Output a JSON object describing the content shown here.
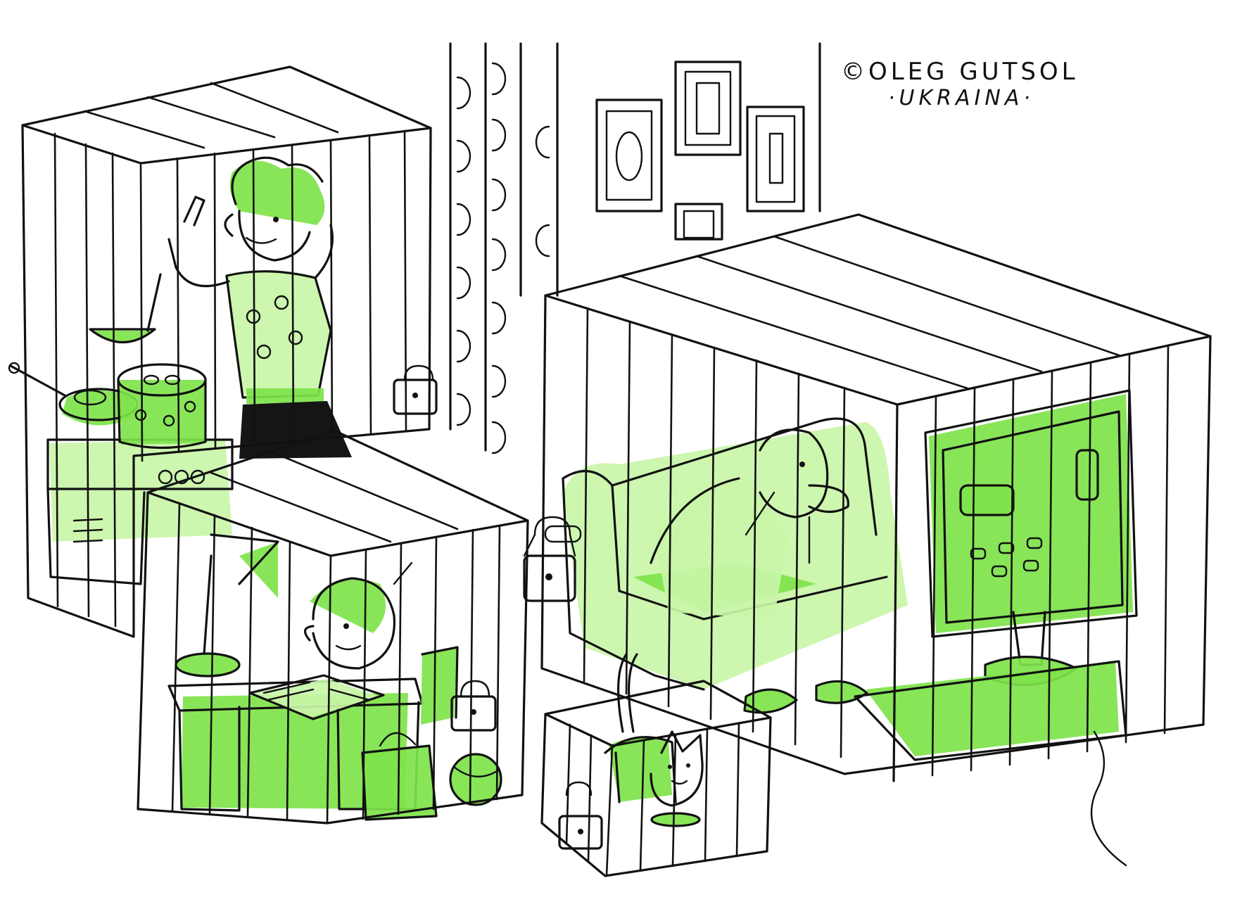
{
  "signature": {
    "line1": "©OLEG GUTSOL",
    "line2": "·UKRAINA·"
  },
  "palette": {
    "ink": "#111111",
    "green": "#7ee34a",
    "light_green": "#c9f5a8",
    "paper": "#ffffff",
    "black_fill": "#151515"
  },
  "scene": {
    "cages": [
      "kitchen-cage",
      "desk-cage",
      "sofa-cage",
      "cat-cage"
    ],
    "figures": [
      "woman-cooking",
      "boy-studying",
      "man-watching-tv",
      "cat"
    ],
    "icons": [
      "padlock-icon",
      "padlock-icon",
      "padlock-icon",
      "tv-icon",
      "lamp-icon",
      "ball-icon",
      "frying-pan-icon",
      "pot-icon"
    ]
  }
}
